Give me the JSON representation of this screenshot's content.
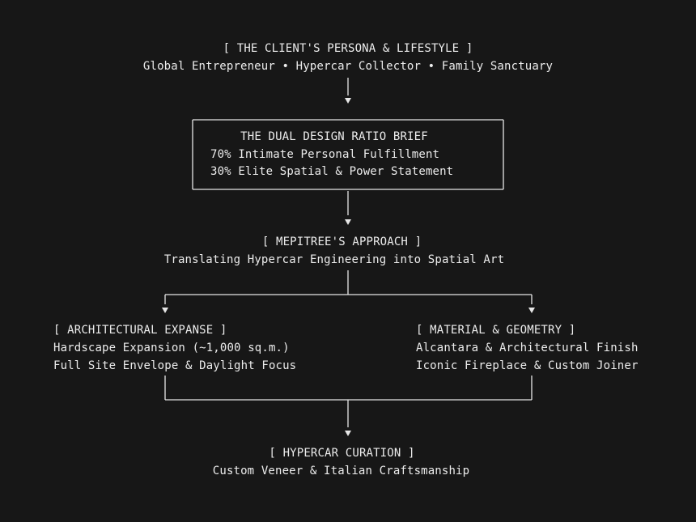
{
  "client": {
    "title": "[ THE CLIENT'S PERSONA & LIFESTYLE ]",
    "subtitle": "Global Entrepreneur • Hypercar Collector • Family Sanctuary"
  },
  "brief": {
    "title": "THE DUAL DESIGN RATIO BRIEF",
    "line1": "70% Intimate Personal Fulfillment",
    "line2": "30% Elite Spatial & Power Statement"
  },
  "approach": {
    "title": "[ MEPITREE'S APPROACH ]",
    "subtitle": "Translating Hypercar Engineering into Spatial Art"
  },
  "architectural": {
    "title": "[ ARCHITECTURAL EXPANSE ]",
    "line1": "Hardscape Expansion (~1,000 sq.m.)",
    "line2": "Full Site Envelope & Daylight Focus"
  },
  "material": {
    "title": "[ MATERIAL & GEOMETRY ]",
    "line1": "Alcantara & Architectural Finish",
    "line2": "Iconic Fireplace & Custom Joiner"
  },
  "curation": {
    "title": "[ HYPERCAR CURATION ]",
    "subtitle": "Custom Veneer & Italian Craftsmanship"
  }
}
